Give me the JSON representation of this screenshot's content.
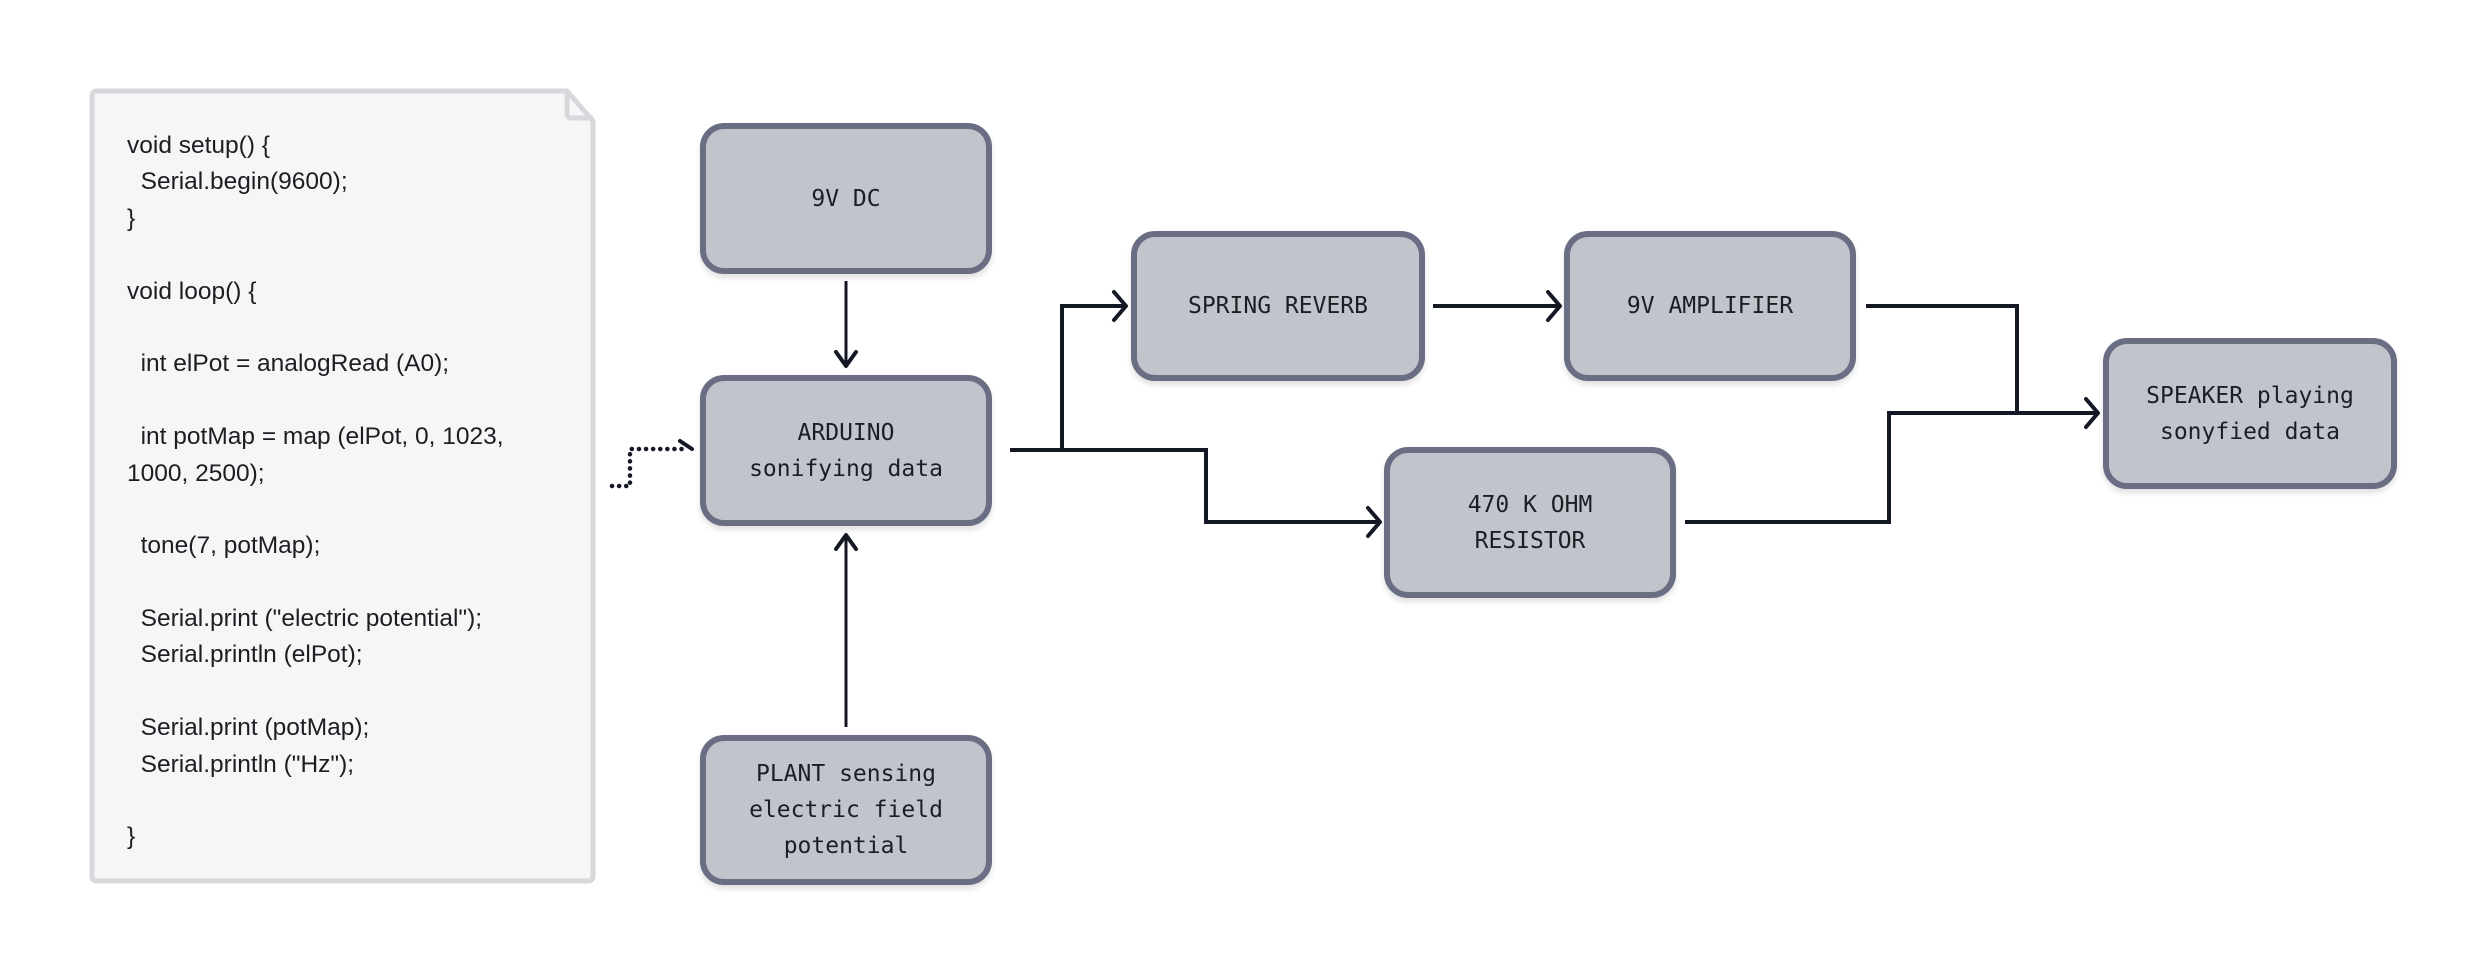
{
  "diagram": {
    "code_panel": {
      "lines": [
        "void setup() {",
        "  Serial.begin(9600);",
        "}",
        "",
        "void loop() {",
        "",
        "  int elPot = analogRead (A0);",
        "",
        "  int potMap = map (elPot, 0, 1023,",
        "1000, 2500);",
        "",
        "  tone(7, potMap);",
        "",
        "  Serial.print (\"electric potential\");",
        "  Serial.println (elPot);",
        "",
        "  Serial.print (potMap);",
        "  Serial.println (\"Hz\");",
        "",
        "}"
      ]
    },
    "nodes": {
      "dc": "9V DC",
      "arduino": "ARDUINO\nsonifying data",
      "plant": "PLANT sensing\nelectric field\npotential",
      "reverb": "SPRING REVERB",
      "amplifier": "9V AMPLIFIER",
      "resistor": "470 K OHM\nRESISTOR",
      "speaker": "SPEAKER playing\nsonyfied data"
    },
    "edges": [
      {
        "from": "code",
        "to": "arduino",
        "style": "dotted"
      },
      {
        "from": "dc",
        "to": "arduino",
        "style": "solid"
      },
      {
        "from": "plant",
        "to": "arduino",
        "style": "solid"
      },
      {
        "from": "arduino",
        "to": "reverb",
        "style": "solid"
      },
      {
        "from": "arduino",
        "to": "resistor",
        "style": "solid"
      },
      {
        "from": "reverb",
        "to": "amplifier",
        "style": "solid"
      },
      {
        "from": "amplifier",
        "to": "speaker",
        "style": "solid"
      },
      {
        "from": "resistor",
        "to": "speaker",
        "style": "solid"
      }
    ],
    "colors": {
      "node_fill": "#c2c4cc",
      "node_border": "#6a6e83",
      "wire": "#141824",
      "code_fill": "#f6f6f6",
      "code_border": "#d8d8dc"
    }
  }
}
